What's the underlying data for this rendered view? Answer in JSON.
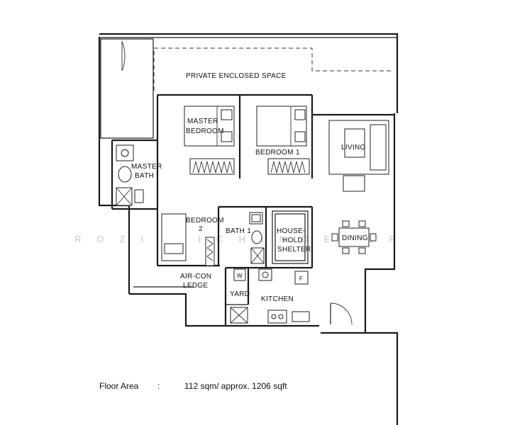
{
  "rooms": {
    "private_enclosed_space": "PRIVATE ENCLOSED SPACE",
    "master_bedroom": [
      "MASTER",
      "BEDROOM"
    ],
    "bedroom_1": "BEDROOM 1",
    "living": "LIVING",
    "master_bath": [
      "MASTER",
      "BATH"
    ],
    "bedroom_2": [
      "BEDROOM",
      "2"
    ],
    "bath_1": "BATH 1",
    "household_shelter": [
      "HOUSE-",
      "HOLD",
      "SHELTER"
    ],
    "dining": "DINING",
    "aircon_ledge": [
      "AIR-CON",
      "LEDGE"
    ],
    "yard": "YARD",
    "kitchen": "KITCHEN"
  },
  "fixtures": {
    "washer_label": "W",
    "fridge_label": "F"
  },
  "watermark": "ROZI FICHINDESER",
  "floor_area": {
    "label": "Floor Area",
    "separator": ":",
    "value": "112 sqm/ approx. 1206 sqft"
  }
}
